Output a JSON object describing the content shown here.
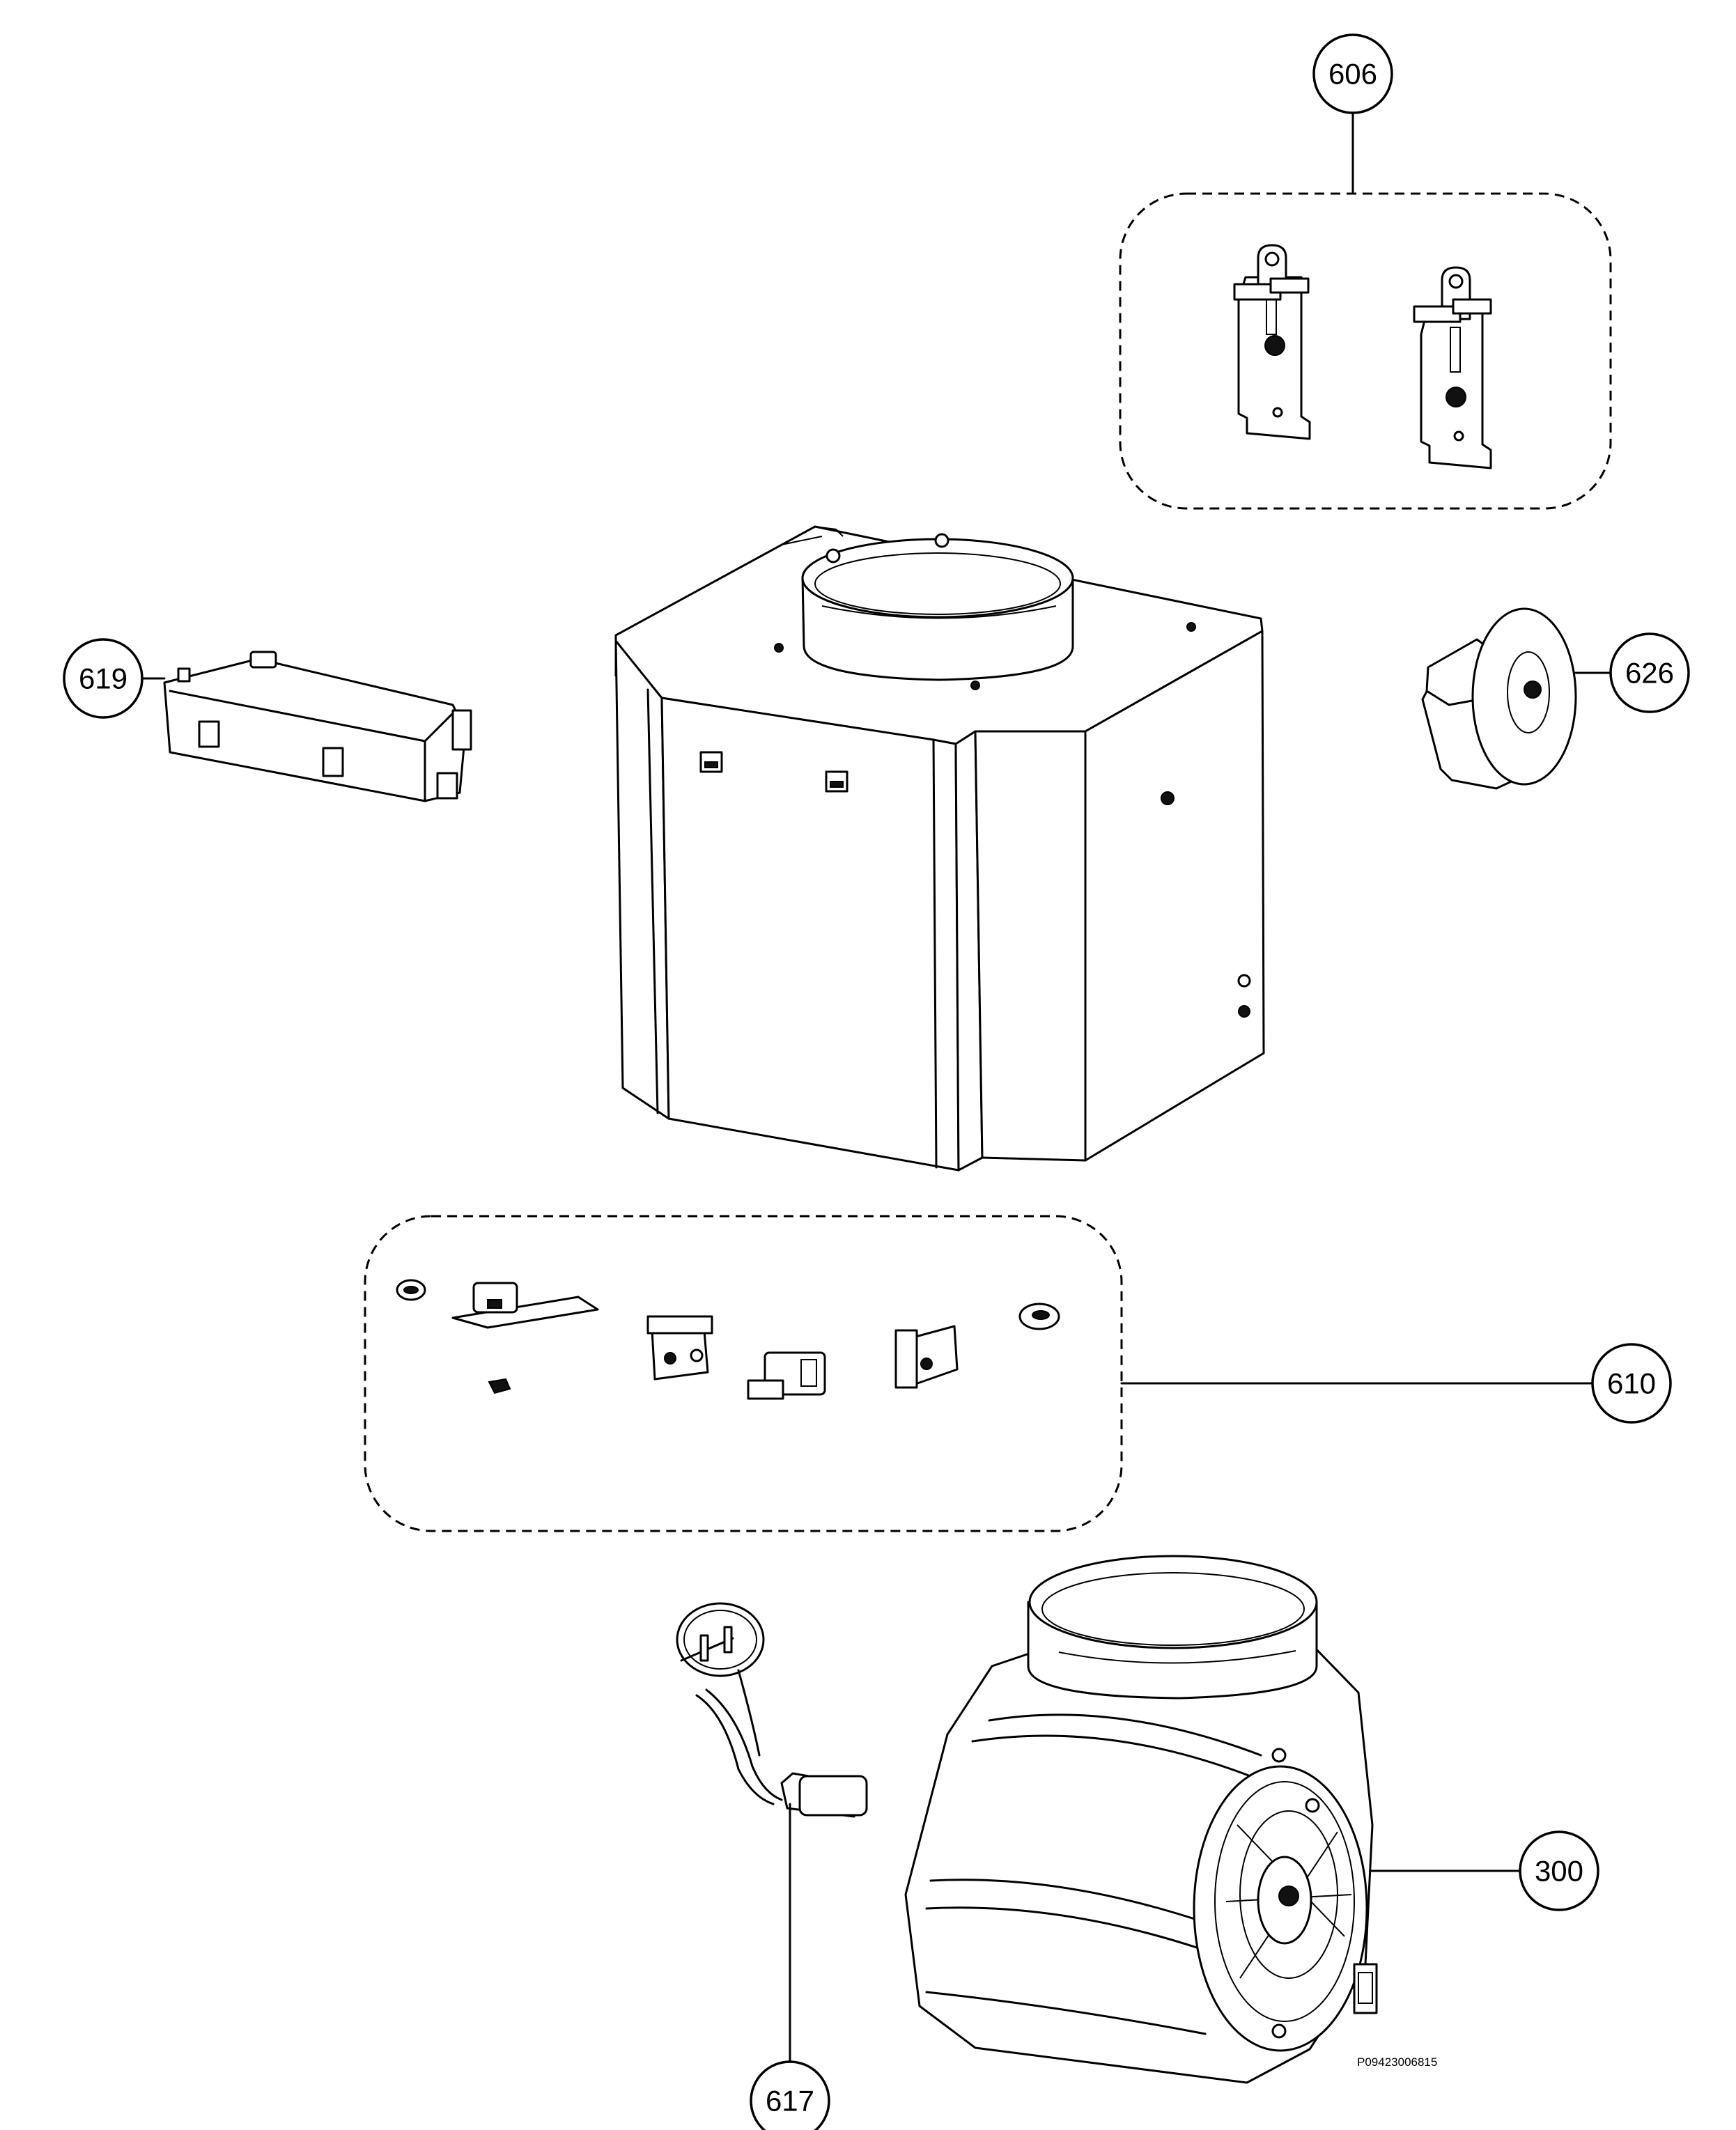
{
  "diagram": {
    "part_numbers": {
      "p606": "606",
      "p619": "619",
      "p626": "626",
      "p610": "610",
      "p300": "300",
      "p617": "617"
    },
    "drawing_code": "P09423006815"
  }
}
